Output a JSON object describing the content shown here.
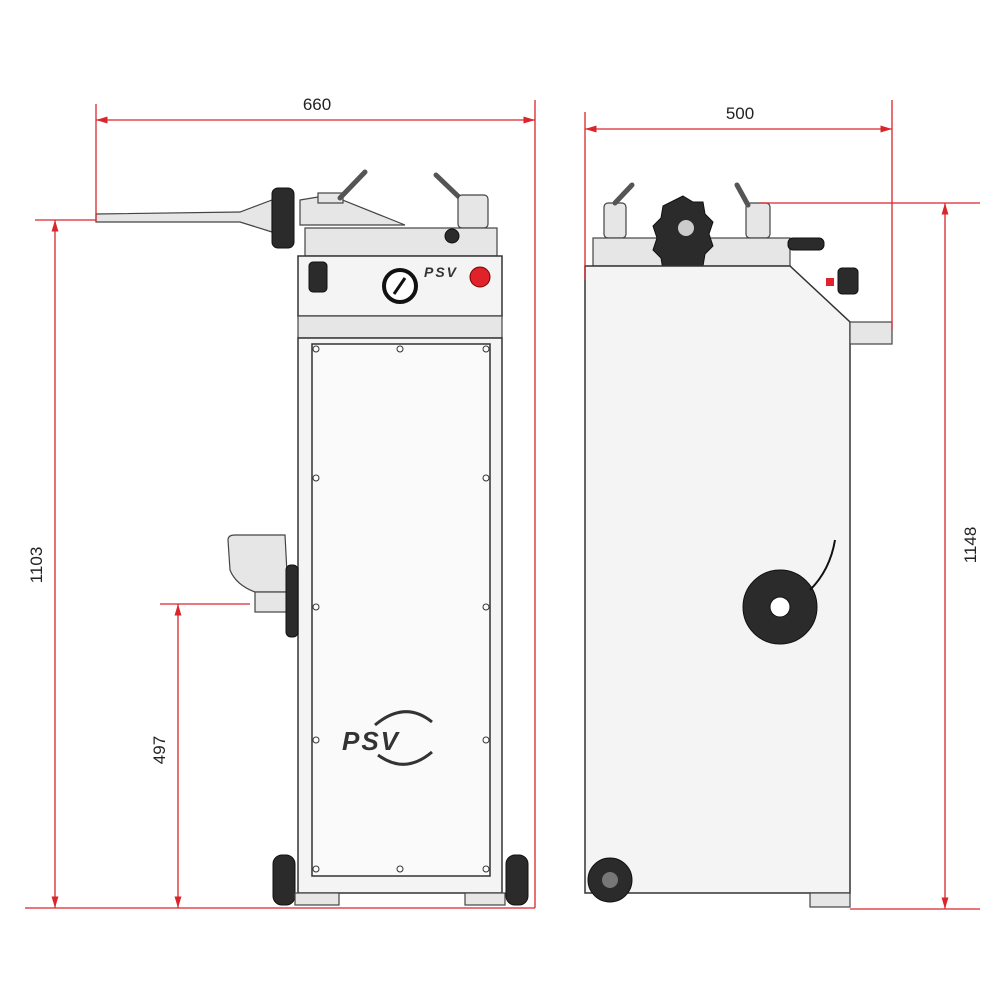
{
  "dimensions": {
    "front_width": "660",
    "side_depth": "500",
    "front_height": "1103",
    "pedal_height": "497",
    "side_height": "1148"
  },
  "logo": {
    "text": "PSV"
  },
  "colors": {
    "dimension_line": "#d9252b",
    "emergency_button": "#e0232b"
  }
}
